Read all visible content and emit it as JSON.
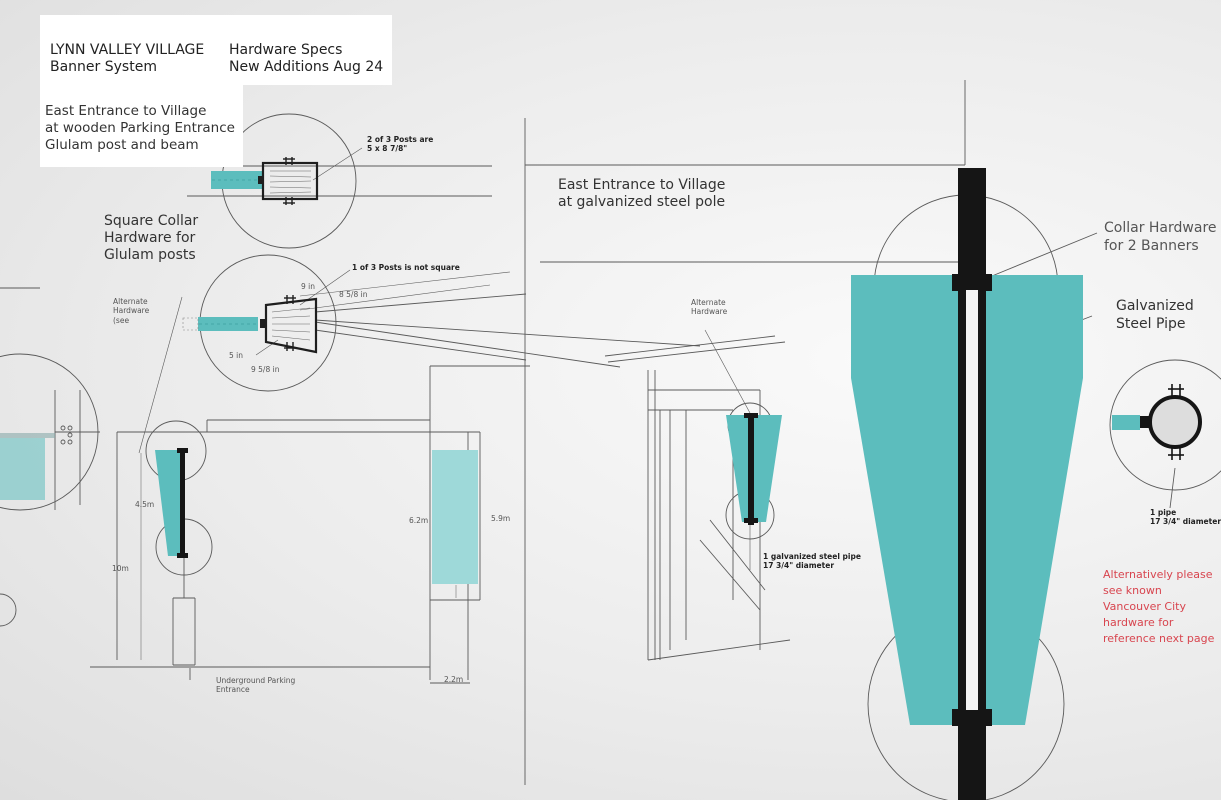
{
  "header": {
    "project": "LYNN VALLEY VILLAGE",
    "system": "Banner System",
    "spec": "Hardware Specs",
    "additions": "New Additions Aug 24"
  },
  "glulam_section": {
    "title_lines": [
      "East Entrance to Village",
      "at wooden Parking Entrance",
      "Glulam post and beam"
    ],
    "collar_title_lines": [
      "Square Collar",
      "Hardware for",
      "Glulam posts"
    ],
    "note_square": "2 of 3 Posts are\n5 x 8 7/8\"",
    "note_not_square": "1 of 3 Posts is not square",
    "dim_9in": "9 in",
    "dim_8_5_8": "8 5/8 in",
    "dim_5in": "5 in",
    "dim_9_5_8": "9 5/8 in",
    "alternate_hardware": "Alternate\nHardware\n(see",
    "dim_4_5m": "4.5m",
    "dim_10m": "10m",
    "dim_6_2m": "6.2m",
    "dim_5_9m": "5.9m",
    "dim_2_2m": "2.2m",
    "parking_label": "Underground Parking\nEntrance"
  },
  "steel_section": {
    "title_lines": [
      "East Entrance to Village",
      "at galvanized steel pole"
    ],
    "alternate_hardware": "Alternate\nHardware",
    "pipe_note": "1 galvanized steel pipe\n17 3/4\" diameter"
  },
  "detail": {
    "collar_hardware": "Collar Hardware\nfor 2 Banners",
    "galvanized": "Galvanized\nSteel Pipe",
    "pipe_note": "1 pipe\n17 3/4\" diameter",
    "alternative_note": "Alternatively please\nsee known\nVancouver City\nhardware for\nreference next page"
  },
  "colors": {
    "teal": "#5cbdbd",
    "line": "#555555",
    "pole": "#151515",
    "accent_red": "#d8454f"
  }
}
